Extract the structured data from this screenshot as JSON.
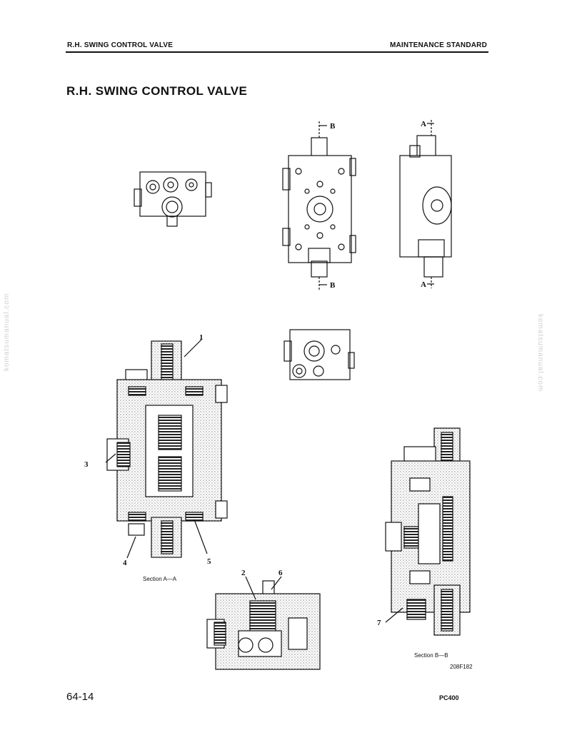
{
  "header": {
    "left": "R.H. SWING CONTROL VALVE",
    "right": "MAINTENANCE STANDARD"
  },
  "title": "R.H. SWING CONTROL VALVE",
  "figure": {
    "section_markers": {
      "b_top": "B",
      "b_bottom": "B",
      "a_top": "A",
      "a_bottom": "A"
    },
    "callouts": [
      "1",
      "2",
      "3",
      "4",
      "5",
      "6",
      "7"
    ],
    "caption_aa": "Section A—A",
    "caption_bb": "Section B—B",
    "figure_code": "208F182"
  },
  "watermark": "komatsumanual.com",
  "footer": {
    "page": "64-14",
    "model": "PC400"
  }
}
